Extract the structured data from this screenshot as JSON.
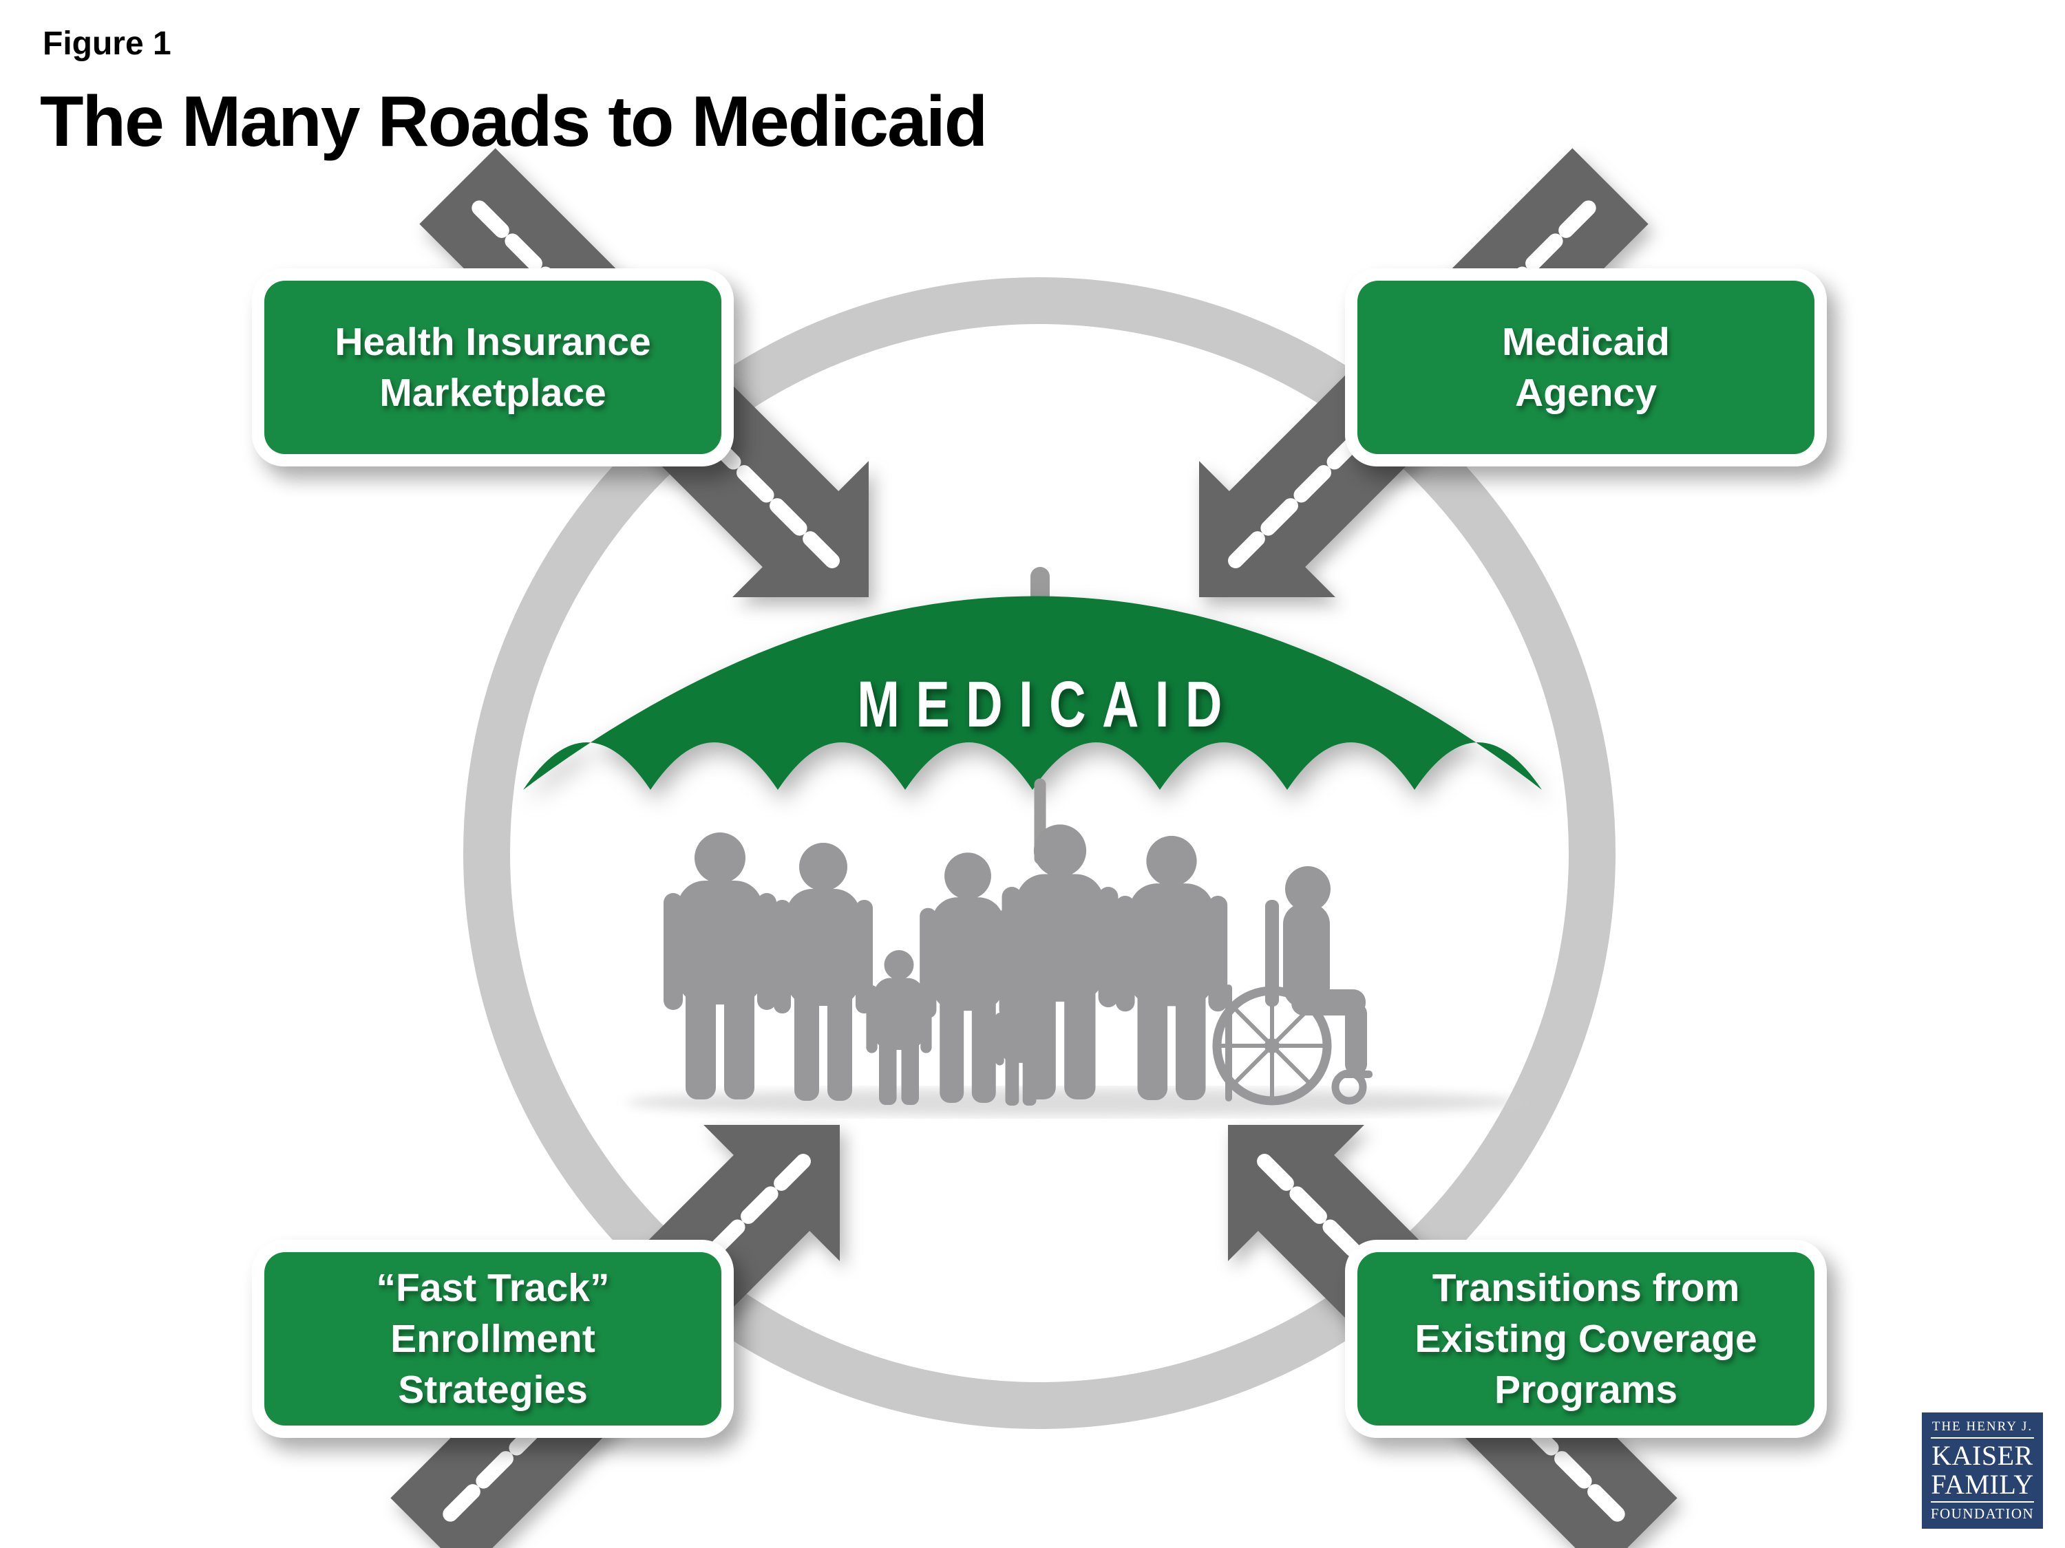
{
  "figure_label": "Figure 1",
  "title": "The Many Roads to Medicaid",
  "umbrella": {
    "label": "MEDICAID"
  },
  "signs": {
    "top_left": {
      "lines": [
        "Health Insurance",
        "Marketplace"
      ]
    },
    "top_right": {
      "lines": [
        "Medicaid",
        "Agency"
      ]
    },
    "bottom_left": {
      "lines": [
        "“Fast Track”",
        "Enrollment",
        "Strategies"
      ]
    },
    "bottom_right": {
      "lines": [
        "Transitions from",
        "Existing Coverage",
        "Programs"
      ]
    }
  },
  "people_icons": [
    "adult-man",
    "adult-woman",
    "child",
    "adult-woman",
    "toddler",
    "adult-man",
    "older-adult-with-cane",
    "wheelchair-user"
  ],
  "logo": {
    "top": "THE HENRY J.",
    "name1": "KAISER",
    "name2": "FAMILY",
    "bottom": "FOUNDATION"
  },
  "colors": {
    "sign_green": "#178a43",
    "umbrella_green": "#077a38",
    "road_gray": "#666666",
    "ring_gray": "#c9c9c9",
    "people_gray": "#98989a",
    "logo_navy": "#294370",
    "text_black": "#000000",
    "text_white": "#ffffff"
  }
}
